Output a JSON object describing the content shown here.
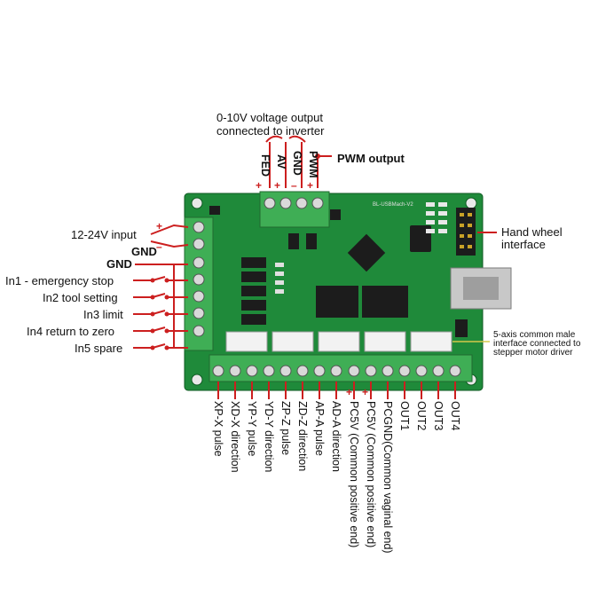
{
  "top": {
    "voltage_line1": "0-10V voltage output",
    "voltage_line2": "connected to inverter",
    "pwm_output": "PWM output",
    "pins": [
      "FED",
      "AV",
      "GND",
      "PWM"
    ],
    "polarity": [
      "+",
      "+",
      "–",
      "+"
    ]
  },
  "left": {
    "power_input": "12-24V input",
    "power_gnd": "GND",
    "gnd": "GND",
    "inputs": [
      "In1 - emergency stop",
      "In2 tool setting",
      "In3 limit",
      "In4 return to zero",
      "In5 spare"
    ]
  },
  "right": {
    "hand_wheel": "Hand wheel\ninterface",
    "stepper": "5-axis common male\ninterface connected to\nstepper motor driver"
  },
  "board": {
    "model": "BL-USBMach-V2"
  },
  "bottom": {
    "pins": [
      "XP-X pulse",
      "XD-X direction",
      "YP-Y pulse",
      "YD-Y direction",
      "ZP-Z pulse",
      "ZD-Z direction",
      "AP-A pulse",
      "AD-A direction",
      "PC5V (Common positive end)",
      "PC5V (Common positive end)",
      "PCGND(Common vaginal end)",
      "OUT1",
      "OUT2",
      "OUT3",
      "OUT4"
    ],
    "polarity": [
      "+",
      "+"
    ]
  },
  "colors": {
    "board": "#1f8a3a",
    "board_dark": "#156b2b",
    "terminal": "#3fae55",
    "wire": "#cc1f1f",
    "chip": "#1c1c1c"
  }
}
